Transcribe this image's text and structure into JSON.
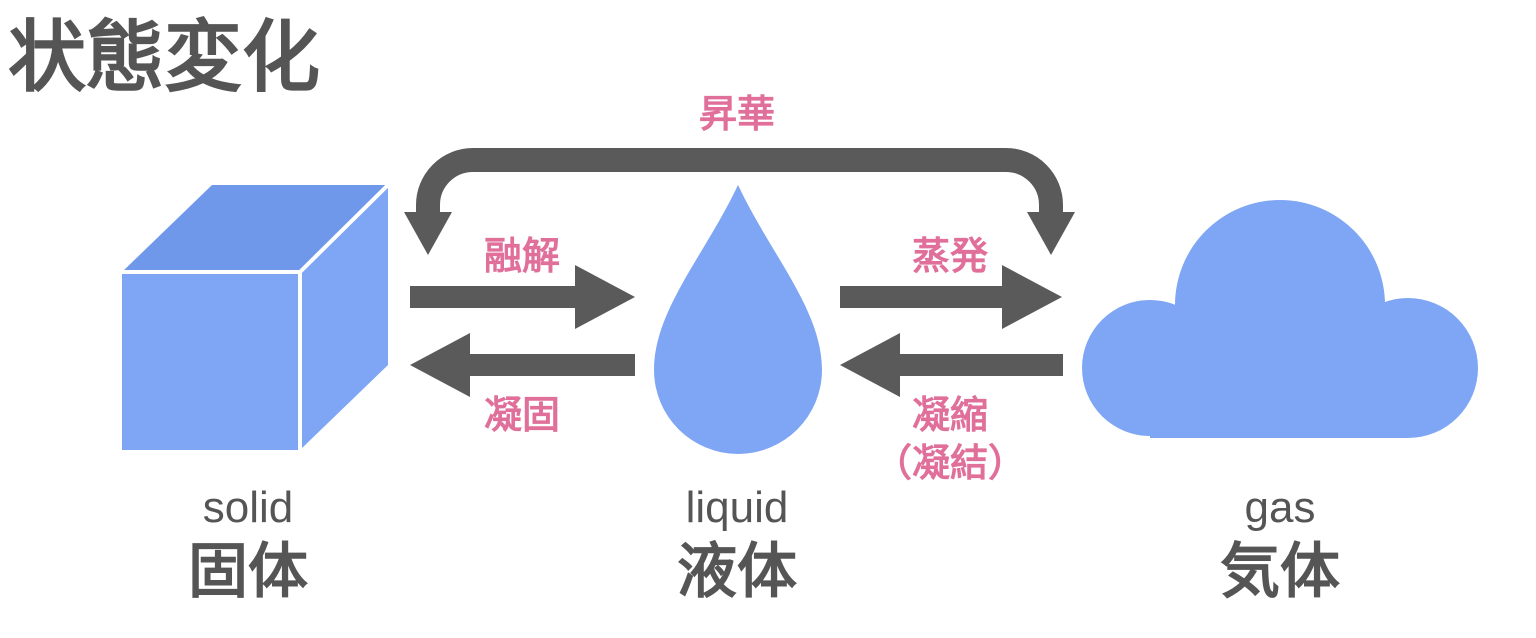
{
  "title": "状態変化",
  "colors": {
    "shape": "#7ea6f4",
    "shape_dark": "#6f97ea",
    "arrow": "#5a5a5a",
    "process_text": "#e0709a",
    "label_text": "#555555"
  },
  "states": {
    "solid": {
      "en": "solid",
      "ja": "固体",
      "icon": "cube-icon"
    },
    "liquid": {
      "en": "liquid",
      "ja": "液体",
      "icon": "droplet-icon"
    },
    "gas": {
      "en": "gas",
      "ja": "気体",
      "icon": "cloud-icon"
    }
  },
  "processes": {
    "sublimation": "昇華",
    "melting": "融解",
    "freezing": "凝固",
    "evaporation": "蒸発",
    "condensation": "凝縮",
    "deposition": "（凝結）"
  }
}
